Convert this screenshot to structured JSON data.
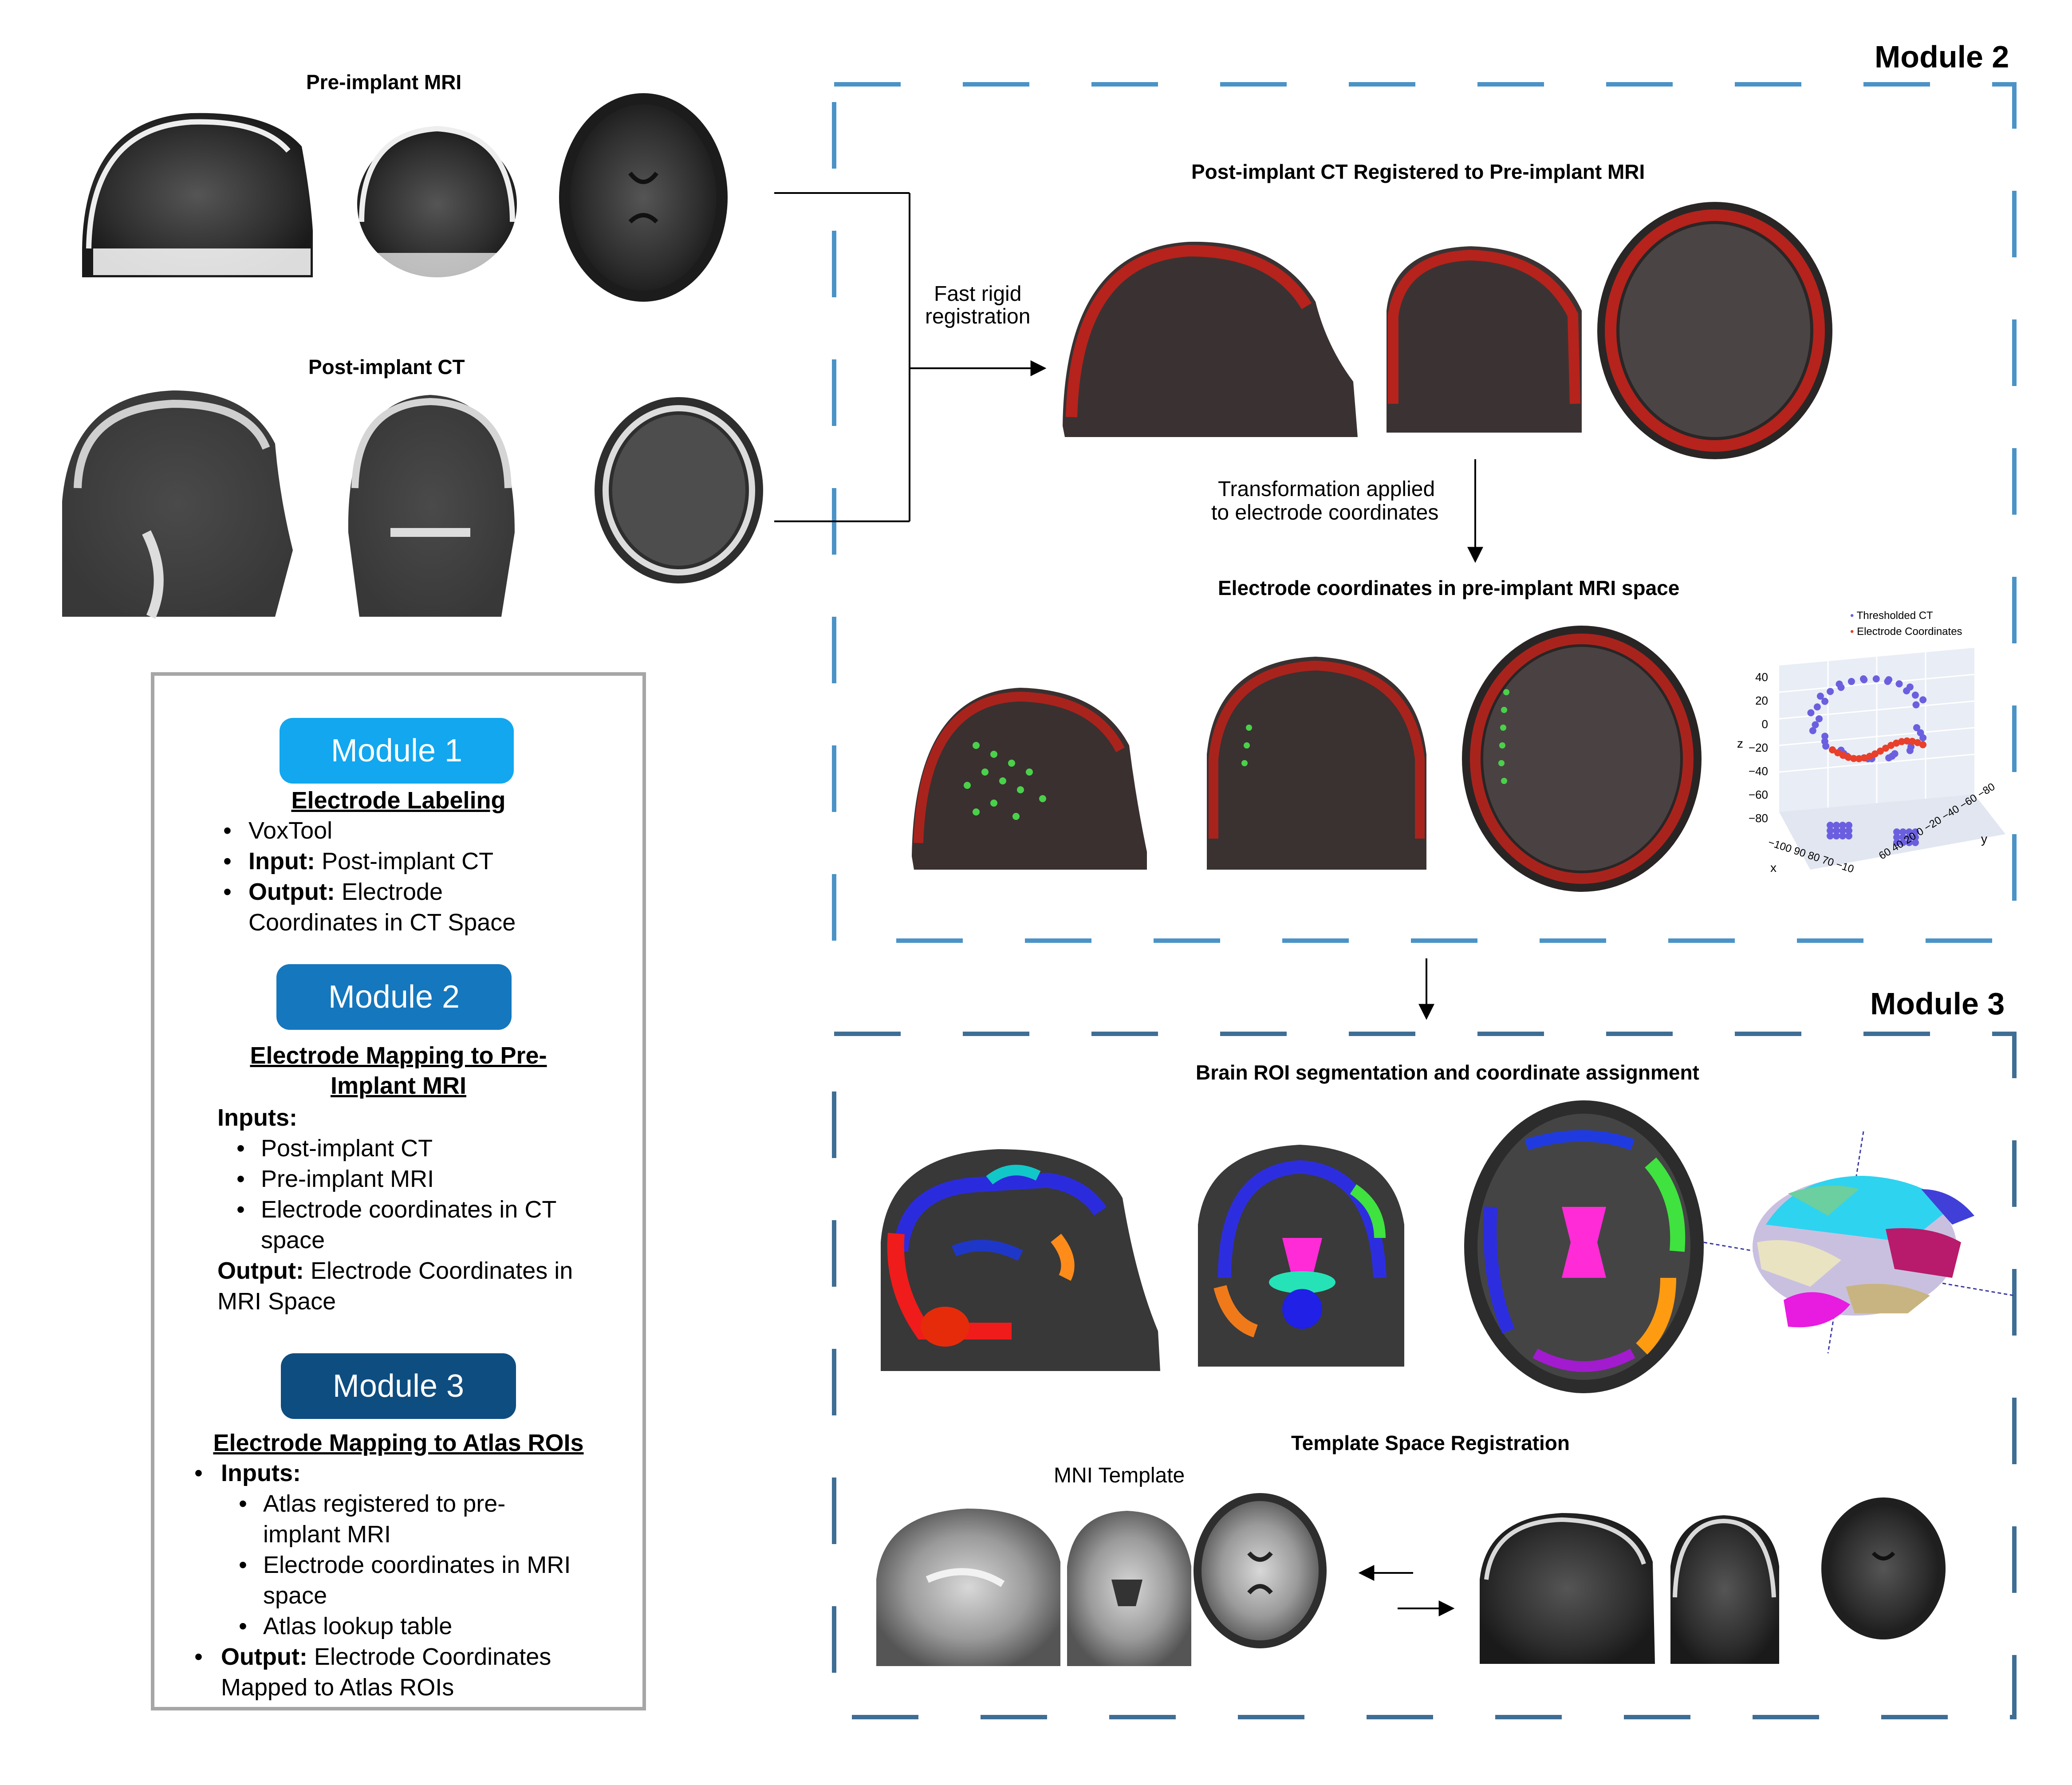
{
  "panels": {
    "pre_mri_title": "Pre-implant MRI",
    "post_ct_title": "Post-implant CT",
    "reg_title": "Post-implant CT Registered to Pre-implant MRI",
    "electrode_title": "Electrode coordinates in pre-implant MRI space",
    "roi_title": "Brain ROI segmentation and coordinate assignment",
    "template_title": "Template Space Registration",
    "mni_label": "MNI Template"
  },
  "arrows": {
    "fast_rigid_1": "Fast rigid",
    "fast_rigid_2": "registration",
    "transform_1": "Transformation applied",
    "transform_2": "to electrode coordinates"
  },
  "module_headers": {
    "module2": "Module 2",
    "module3": "Module 3"
  },
  "plot3d": {
    "legend": [
      "Thresholded CT",
      "Electrode Coordinates"
    ],
    "z_label": "z",
    "x_label": "x",
    "y_label": "y",
    "z_ticks": [
      "40",
      "20",
      "0",
      "−20",
      "−40",
      "−60",
      "−80"
    ],
    "x_ticks": "−100 90 80 70 −10",
    "y_ticks": "60 40 20 0 −20 −40 −60 −80",
    "colors": {
      "ct": "#6b5fe0",
      "electrode": "#e8402a"
    }
  },
  "legend_box": {
    "module1": {
      "pill": "Module 1",
      "color": "#12a7ef",
      "title": "Electrode Labeling",
      "items": [
        "VoxTool"
      ],
      "input_label": "Input:",
      "input_value": "Post-implant CT",
      "output_label": "Output:",
      "output_value_1": "Electrode",
      "output_value_2": "Coordinates in CT Space"
    },
    "module2": {
      "pill": "Module 2",
      "color": "#1577bd",
      "title_1": "Electrode Mapping to Pre-",
      "title_2": "Implant MRI",
      "inputs_label": "Inputs:",
      "inputs": [
        "Post-implant CT",
        "Pre-implant MRI",
        "Electrode coordinates in CT"
      ],
      "inputs_cont": "space",
      "output_label": "Output:",
      "output_value_1": "Electrode Coordinates in",
      "output_value_2": "MRI Space"
    },
    "module3": {
      "pill": "Module 3",
      "color": "#0e4d80",
      "title": "Electrode Mapping to Atlas ROIs",
      "inputs_label": "Inputs:",
      "inputs_1": "Atlas registered to pre-",
      "inputs_1b": "implant MRI",
      "inputs_2": "Electrode coordinates in MRI",
      "inputs_2b": "space",
      "inputs_3": "Atlas lookup table",
      "output_label": "Output:",
      "output_value_1": "Electrode Coordinates",
      "output_value_2": "Mapped to Atlas ROIs"
    }
  },
  "colors": {
    "module2_dash": "#4b93c6",
    "module3_dash": "#3f6e95"
  }
}
